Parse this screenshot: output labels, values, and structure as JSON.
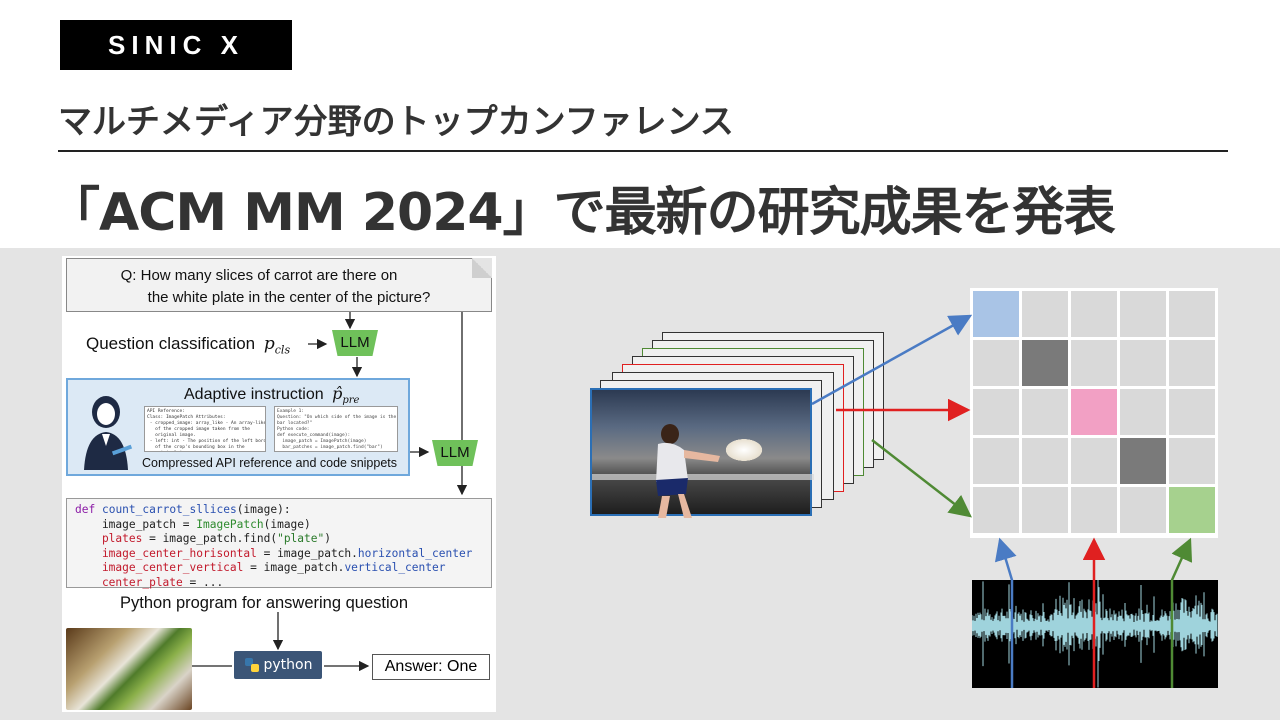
{
  "header": {
    "logo": "SINIC X",
    "subtitle": "マルチメディア分野のトップカンファレンス",
    "title": "「ACM MM 2024」で最新の研究成果を発表"
  },
  "left_figure": {
    "question_line1": "Q: How many slices of carrot are there on",
    "question_line2": "the white plate in the center of the picture?",
    "question_classification": "Question classification",
    "p_cls": "p",
    "p_cls_sub": "cls",
    "llm_label": "LLM",
    "adaptive_instruction": "Adaptive instruction",
    "p_pre": "p̂",
    "p_pre_sub": "pre",
    "compressed_label": "Compressed API reference and code snippets",
    "mini_left": "API Reference:\nClass: ImagePatch Attributes:\n - cropped_image: array_like - An array-like\n   of the cropped image taken from the\n   original image.\n - left: int - The position of the left border\n   of the crop's bounding box in the\n   original image.",
    "mini_right": "Example 1:\nQuestion: \"On which side of the image is the\nbar located?\"\nPython code:\ndef execute_command(image):\n  image_patch = ImagePatch(image)\n  bar_patches = image_patch.find(\"bar\")\n  ...",
    "code": {
      "l1_kw": "def",
      "l1_fn": "count_carrot_sllices",
      "l1_rest": "(image):",
      "l2_a": "    image_patch = ",
      "l2_cls": "ImagePatch",
      "l2_b": "(image)",
      "l3_var": "    plates",
      "l3_a": " = image_patch.find(",
      "l3_str": "\"plate\"",
      "l3_b": ")",
      "l4_var": "    image_center_horisontal",
      "l4_a": " = image_patch.",
      "l4_attr": "horizontal_center",
      "l5_var": "    image_center_vertical",
      "l5_a": " = image_patch.",
      "l5_attr": "vertical_center",
      "l6_var": "    center_plate",
      "l6_a": " = ..."
    },
    "python_program_label": "Python program for answering question",
    "python_button": "python",
    "answer": "Answer: One"
  },
  "right_figure": {
    "grid_rows": 5,
    "grid_cols": 5,
    "highlighted_cells": [
      {
        "row": 0,
        "col": 0,
        "color": "#a9c4e6"
      },
      {
        "row": 1,
        "col": 1,
        "color": "#7a7a7a"
      },
      {
        "row": 2,
        "col": 2,
        "color": "#f2a0c4"
      },
      {
        "row": 3,
        "col": 3,
        "color": "#7a7a7a"
      },
      {
        "row": 4,
        "col": 4,
        "color": "#a6d18e"
      }
    ],
    "arrow_colors": {
      "blue": "#4a7bc4",
      "red": "#e02020",
      "green": "#4f8a34"
    }
  }
}
